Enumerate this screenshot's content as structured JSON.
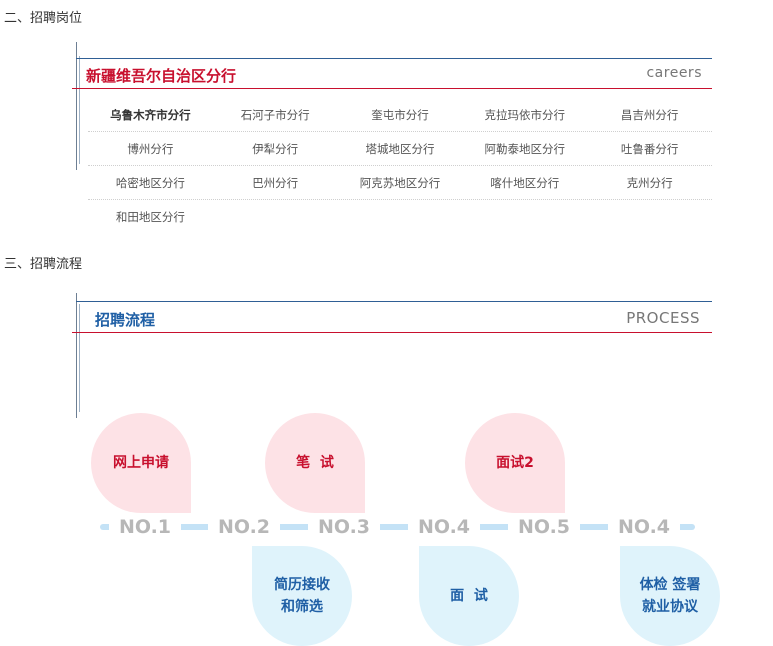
{
  "sections": {
    "positions": "二、招聘岗位",
    "process": "三、招聘流程"
  },
  "positions_card": {
    "title": "新疆维吾尔自治区分行",
    "subtitle": "careers",
    "rows": [
      [
        "乌鲁木齐市分行",
        "石河子市分行",
        "奎屯市分行",
        "克拉玛依市分行",
        "昌吉州分行"
      ],
      [
        "博州分行",
        "伊犁分行",
        "塔城地区分行",
        "阿勒泰地区分行",
        "吐鲁番分行"
      ],
      [
        "哈密地区分行",
        "巴州分行",
        "阿克苏地区分行",
        "喀什地区分行",
        "克州分行"
      ],
      [
        "和田地区分行"
      ]
    ]
  },
  "process_card": {
    "title": "招聘流程",
    "subtitle": "PROCESS"
  },
  "steps": [
    "NO.1",
    "NO.2",
    "NO.3",
    "NO.4",
    "NO.5",
    "NO.4"
  ],
  "bubbles_up": [
    "网上申请",
    "笔  试",
    "面试2"
  ],
  "bubbles_down": [
    [
      "简历接收",
      "和筛选"
    ],
    [
      "面  试"
    ],
    [
      "体检 签署",
      "就业协议"
    ]
  ],
  "colors": {
    "red": "#c8102e",
    "blue": "#1f5fa5",
    "track": "#c4e2f6",
    "pink_bubble": "#fde2e6",
    "blue_bubble": "#dff3fb"
  }
}
